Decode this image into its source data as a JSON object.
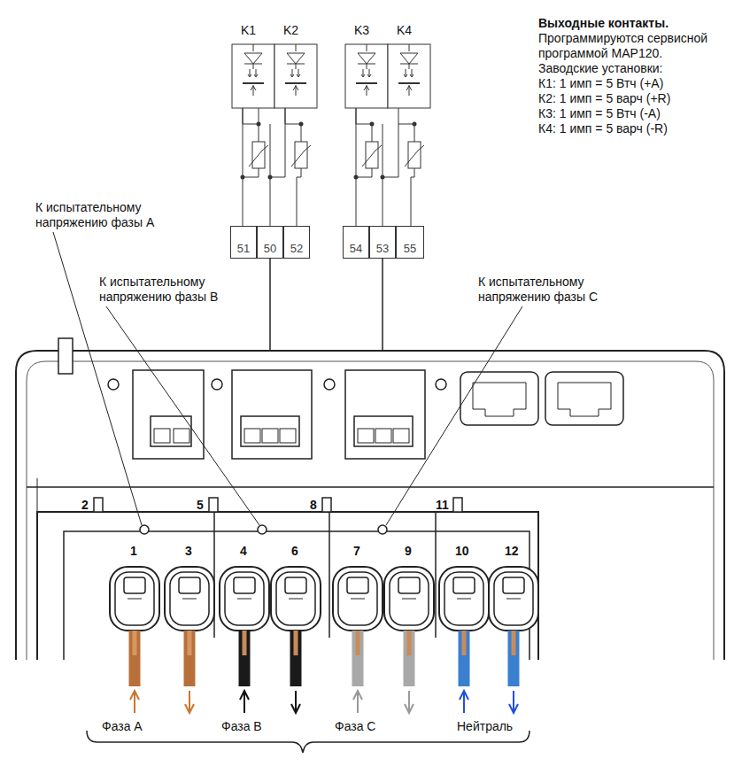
{
  "diagram": {
    "nodes": [
      {
        "text": [
          "51"
        ]
      },
      {
        "text": [
          "50"
        ]
      },
      {
        "text": [
          "52"
        ]
      },
      {
        "text": [
          "54"
        ]
      },
      {
        "text": [
          "53"
        ]
      },
      {
        "text": [
          "55"
        ]
      }
    ],
    "labels": [
      "K1",
      "K2",
      "K3",
      "K4",
      "Выходные контакты.",
      "Программируются сервисной программой МАР120.",
      "Заводские установки:",
      "К1: 1 имп = 5 Втч (+А)",
      "К2: 1 имп = 5 варч (+R)",
      "К3: 1 имп = 5 Втч (-А)",
      "К4: 1 имп = 5 варч (-R)",
      "К испытательному напряжению фазы А",
      "К испытательному напряжению фазы В",
      "К испытательному напряжению фазы С",
      "2",
      "5",
      "8",
      "11",
      "1",
      "3",
      "4",
      "6",
      "7",
      "9",
      "10",
      "12",
      "Фаза А",
      "Фаза В",
      "Фаза С",
      "Нейтраль"
    ]
  }
}
